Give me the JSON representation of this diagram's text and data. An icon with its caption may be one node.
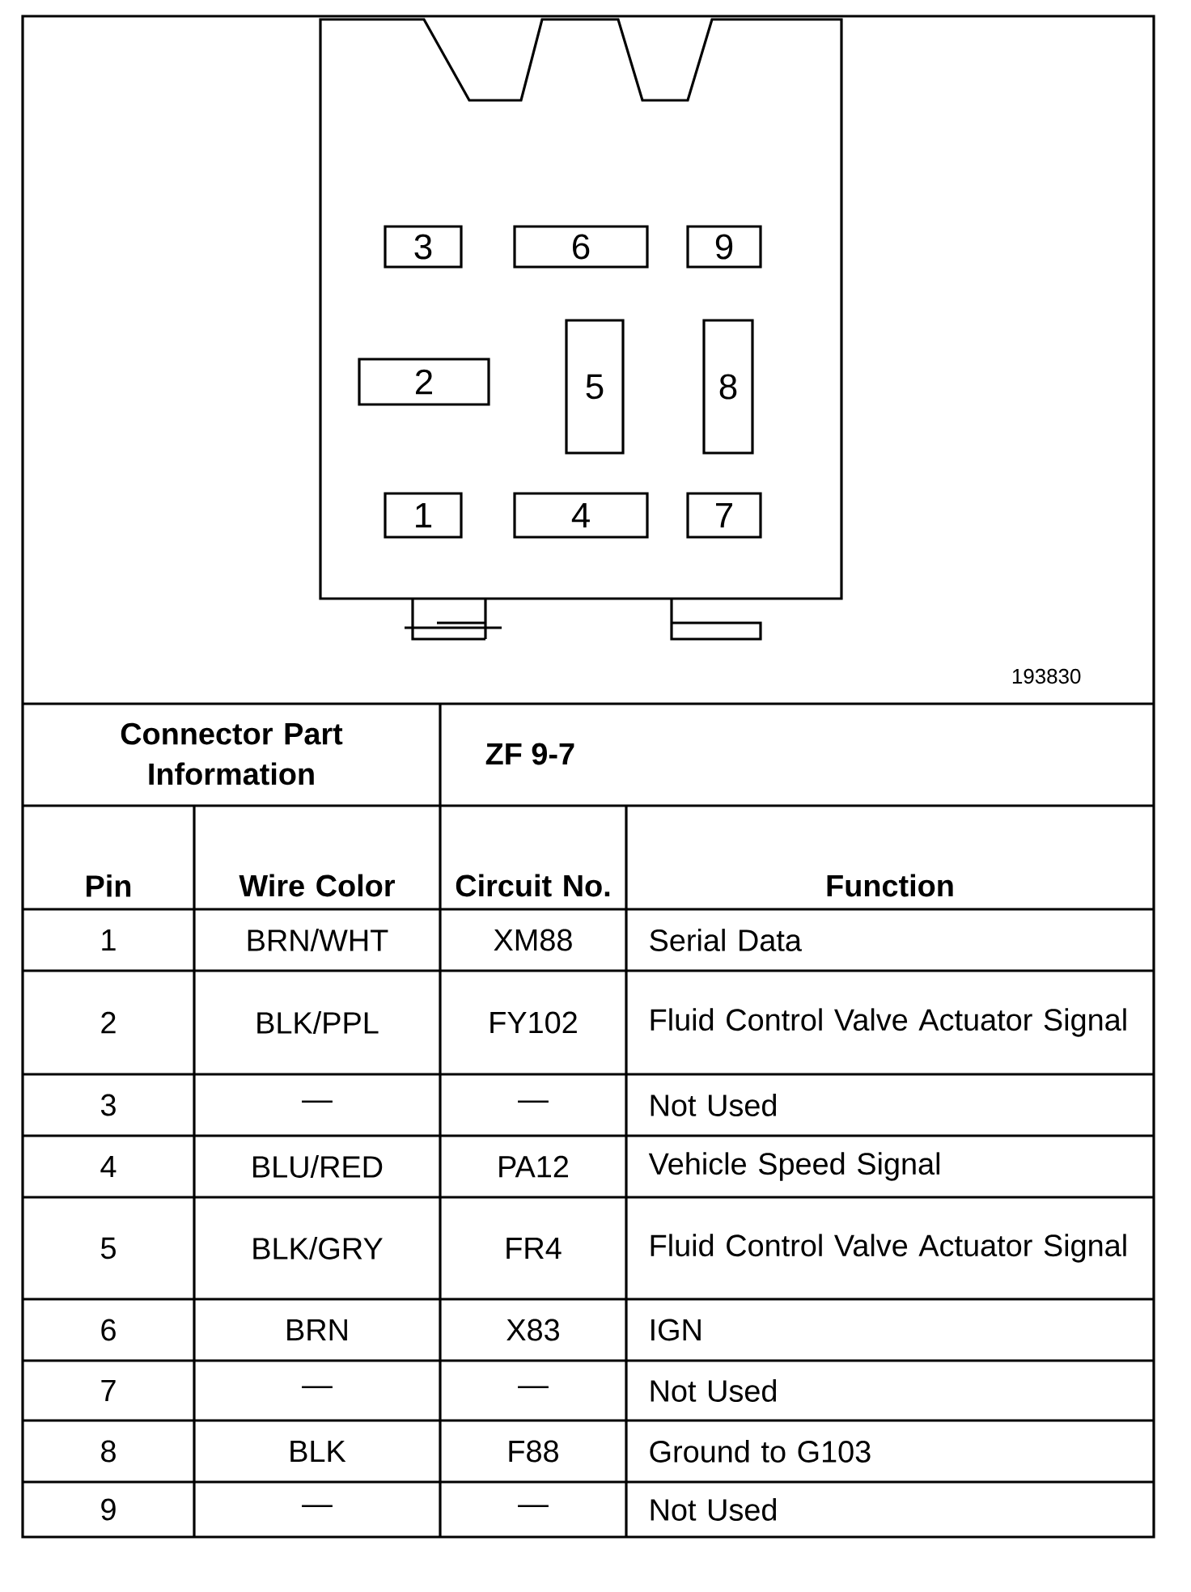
{
  "diagram": {
    "nodes": [
      {
        "text": [
          "3"
        ]
      },
      {
        "text": [
          "6"
        ]
      },
      {
        "text": [
          "9"
        ]
      },
      {
        "text": [
          "2"
        ]
      },
      {
        "text": [
          "5"
        ]
      },
      {
        "text": [
          "8"
        ]
      },
      {
        "text": [
          "1"
        ]
      },
      {
        "text": [
          "4"
        ]
      },
      {
        "text": [
          "7"
        ]
      }
    ],
    "labels": [
      "193830",
      "Connector Part Information",
      "ZF 9-7",
      "Pin",
      "Wire Color",
      "Circuit No.",
      "Function",
      "1",
      "BRN/WHT",
      "XM88",
      "Serial Data",
      "2",
      "BLK/PPL",
      "FY102",
      "Fluid Control Valve Actuator Signal",
      "3",
      "—",
      "—",
      "Not Used",
      "4",
      "BLU/RED",
      "PA12",
      "Vehicle Speed Signal",
      "5",
      "BLK/GRY",
      "FR4",
      "Fluid Control Valve Actuator Signal",
      "6",
      "BRN",
      "X83",
      "IGN",
      "7",
      "—",
      "—",
      "Not Used",
      "8",
      "BLK",
      "F88",
      "Ground to G103",
      "9",
      "—",
      "—",
      "Not Used"
    ]
  }
}
